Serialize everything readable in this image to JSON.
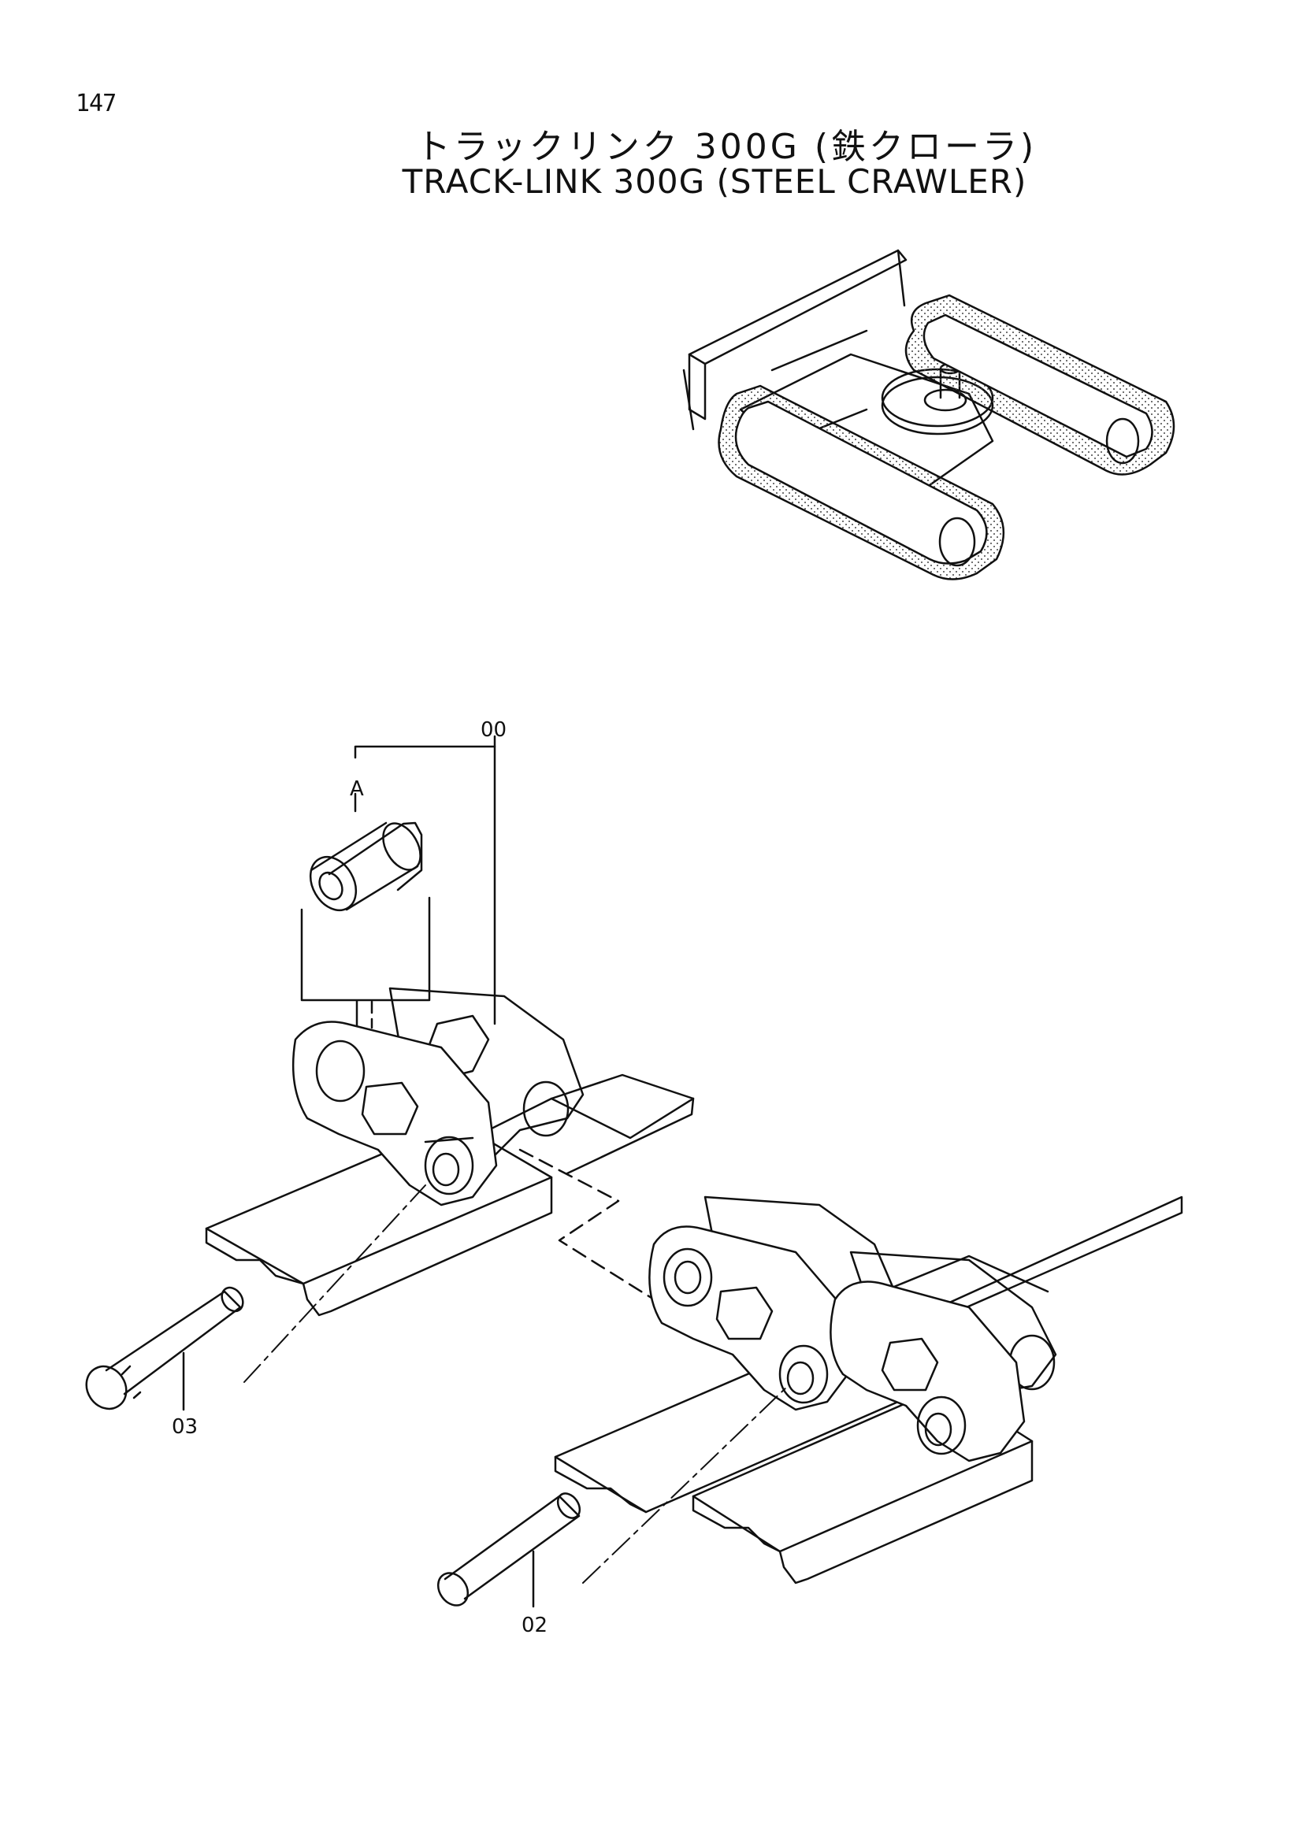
{
  "page": {
    "number": "147",
    "title_jp": "トラックリンク 300G (鉄クローラ)",
    "title_en": "TRACK-LINK 300G (STEEL CRAWLER)"
  },
  "callouts": {
    "assembly": "00",
    "detail": "A",
    "pin_left": "03",
    "pin_right": "02"
  }
}
